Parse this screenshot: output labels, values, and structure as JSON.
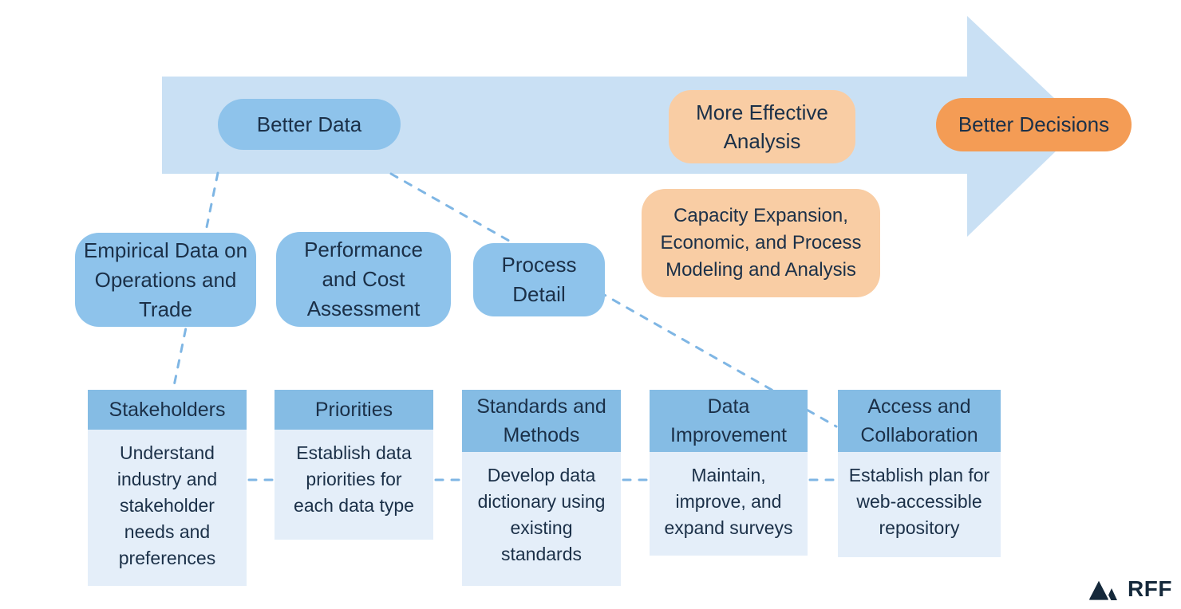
{
  "colors": {
    "arrow_body": "#C9E0F4",
    "blue_box": "#8EC3EB",
    "step_header_blue": "#85BCE4",
    "step_body_blue": "#E4EEF9",
    "peach": "#F9CDA4",
    "orange": "#F49C55",
    "text_navy": "#1B3048",
    "dash_blue": "#7FB6E4",
    "logo_navy": "#15293B",
    "background": "#FFFFFF"
  },
  "flow": {
    "better_data": "Better Data",
    "more_effective_analysis": "More Effective Analysis",
    "better_decisions": "Better Decisions"
  },
  "data_boxes": [
    {
      "label": "Empirical Data on Operations and Trade"
    },
    {
      "label": "Performance and Cost Assessment"
    },
    {
      "label": "Process Detail"
    }
  ],
  "analysis_note": "Capacity Expansion, Economic, and Process Modeling and Analysis",
  "steps": [
    {
      "title": "Stakeholders",
      "description": "Understand industry and stakeholder needs and preferences"
    },
    {
      "title": "Priorities",
      "description": "Establish data priorities for each data type"
    },
    {
      "title": "Standards and Methods",
      "description": "Develop data dictionary using existing standards"
    },
    {
      "title": "Data Improvement",
      "description": "Maintain, improve, and expand surveys"
    },
    {
      "title": "Access and Collaboration",
      "description": "Establish plan for web-accessible repository"
    }
  ],
  "logo": {
    "icon": "mountains-icon",
    "text": "RFF"
  }
}
